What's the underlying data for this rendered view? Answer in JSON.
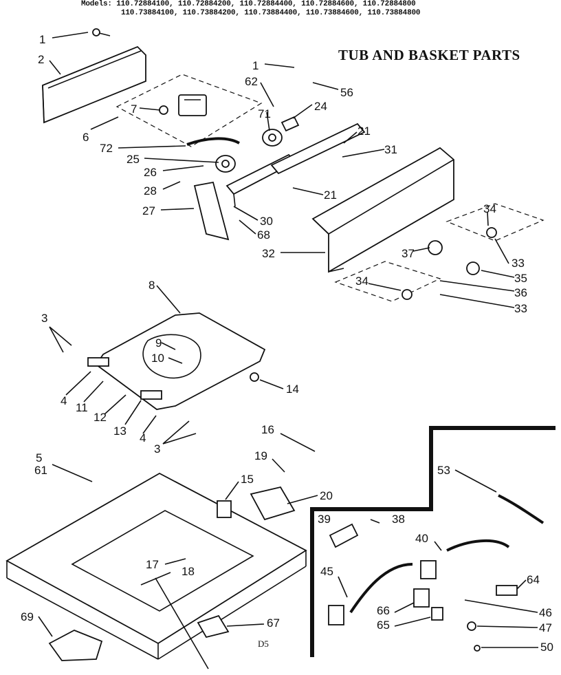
{
  "header": {
    "models_label": "Models:",
    "models_row1": "110.72884100, 110.72884200, 110.72884400, 110.72884600, 110.72884800",
    "models_row2": "110.73884100, 110.73884200, 110.73884400, 110.73884600, 110.73884800"
  },
  "title": "TUB AND BASKET PARTS",
  "diagram_code": "D5",
  "callouts": {
    "c1a": "1",
    "c2": "2",
    "c1b": "1",
    "c56": "56",
    "c62": "62",
    "c24": "24",
    "c7": "7",
    "c71": "71",
    "c6": "6",
    "c72": "72",
    "c21a": "21",
    "c25": "25",
    "c31": "31",
    "c26": "26",
    "c28": "28",
    "c21b": "21",
    "c27": "27",
    "c30": "30",
    "c68": "68",
    "c34a": "34",
    "c32": "32",
    "c37": "37",
    "c33a": "33",
    "c35": "35",
    "c36": "36",
    "c34b": "34",
    "c33b": "33",
    "c8": "8",
    "c3a": "3",
    "c9": "9",
    "c10": "10",
    "c14": "14",
    "c4a": "4",
    "c11": "11",
    "c12": "12",
    "c13": "13",
    "c4b": "4",
    "c3b": "3",
    "c16": "16",
    "c5": "5",
    "c61": "61",
    "c19": "19",
    "c15": "15",
    "c20": "20",
    "c53": "53",
    "c39": "39",
    "c38": "38",
    "c40": "40",
    "c17": "17",
    "c18": "18",
    "c45": "45",
    "c64": "64",
    "c66": "66",
    "c46": "46",
    "c65": "65",
    "c47": "47",
    "c69": "69",
    "c67": "67",
    "c50": "50"
  }
}
